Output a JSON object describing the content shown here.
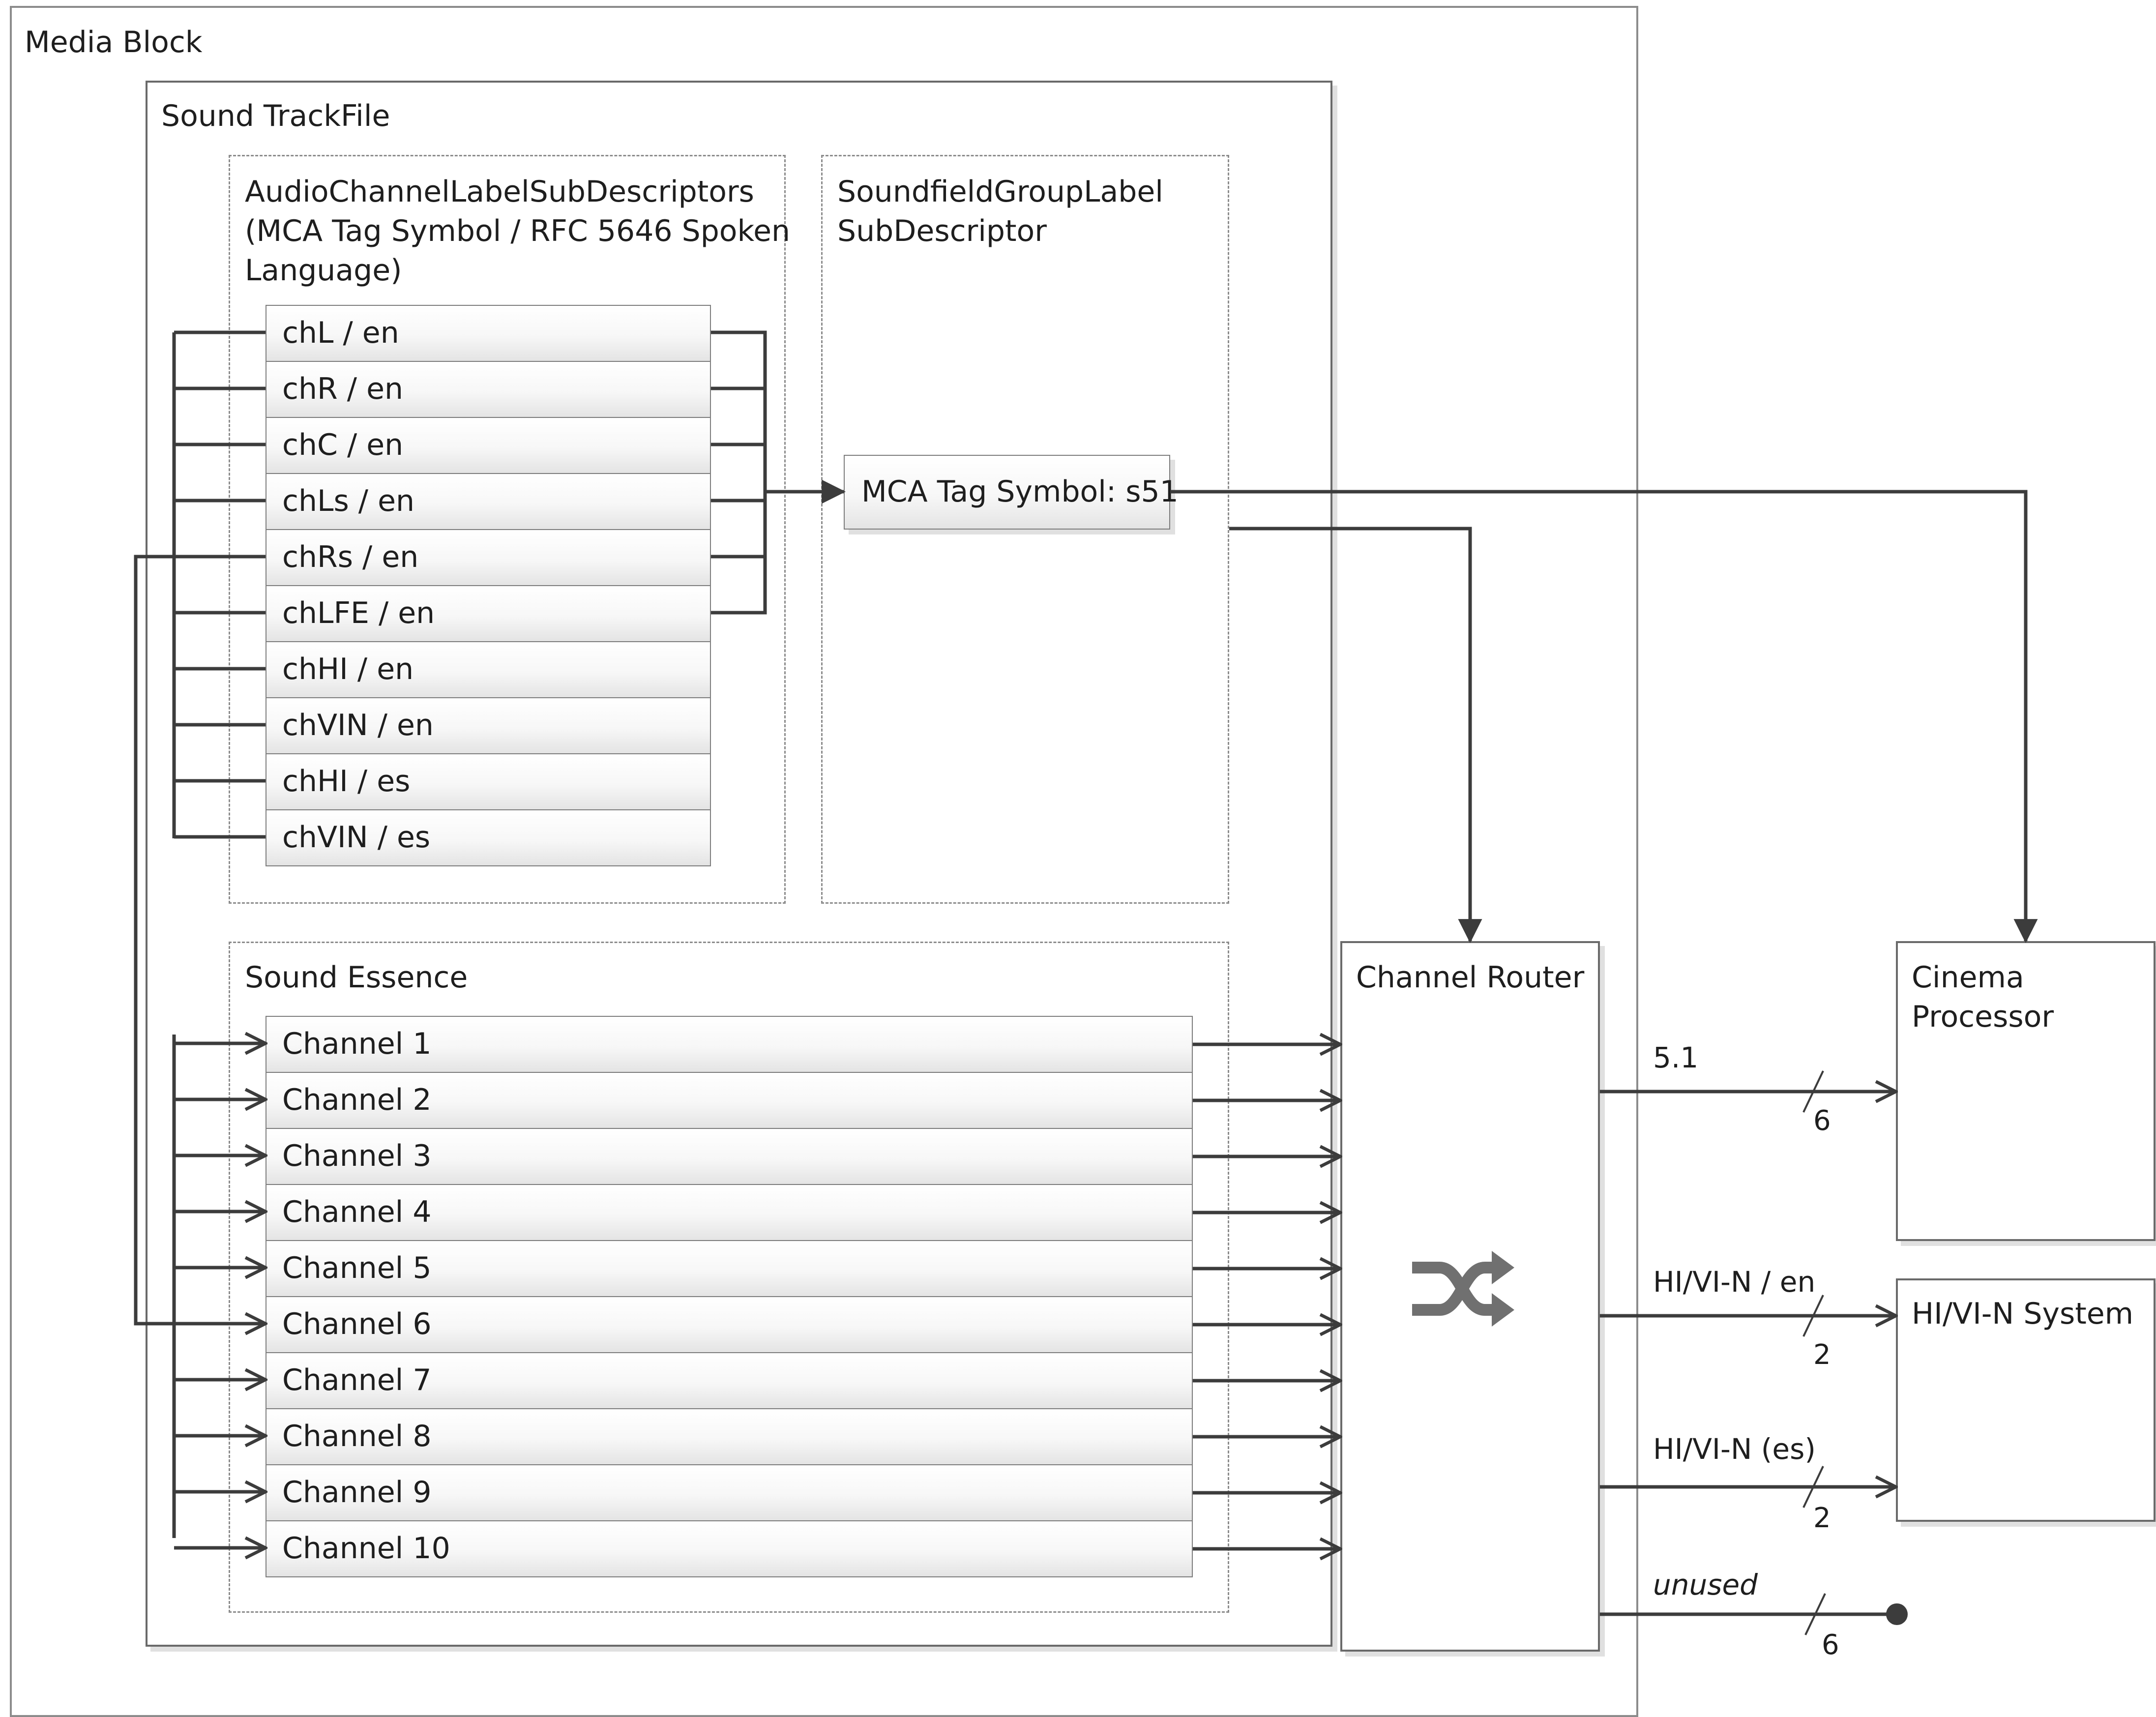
{
  "media_block": {
    "title": "Media Block"
  },
  "trackfile": {
    "title": "Sound TrackFile"
  },
  "sub_descriptors": {
    "title_lines": [
      "AudioChannelLabelSubDescriptors",
      "(MCA Tag Symbol / RFC 5646 Spoken",
      "Language)"
    ],
    "labels": [
      "chL / en",
      "chR / en",
      "chC / en",
      "chLs / en",
      "chRs / en",
      "chLFE / en",
      "chHI / en",
      "chVIN / en",
      "chHI / es",
      "chVIN / es"
    ]
  },
  "soundfield": {
    "title_lines": [
      "SoundfieldGroupLabel",
      "SubDescriptor"
    ],
    "tag": "MCA Tag Symbol: s51"
  },
  "essence": {
    "title": "Sound Essence",
    "channels": [
      "Channel 1",
      "Channel 2",
      "Channel 3",
      "Channel 4",
      "Channel 5",
      "Channel 6",
      "Channel 7",
      "Channel 8",
      "Channel 9",
      "Channel 10"
    ]
  },
  "router": {
    "title": "Channel Router",
    "icon": "shuffle-icon"
  },
  "cinema": {
    "title_lines": [
      "Cinema",
      "Processor"
    ]
  },
  "hivin_system": {
    "title": "HI/VI-N System"
  },
  "outputs": [
    {
      "label": "5.1",
      "count": "6"
    },
    {
      "label": "HI/VI-N / en",
      "count": "2"
    },
    {
      "label": "HI/VI-N (es)",
      "count": "2"
    },
    {
      "label": "unused",
      "count": "6"
    }
  ],
  "colors": {
    "line": "#3c3c3c",
    "border": "#6a6a6a",
    "icon": "#707070"
  }
}
